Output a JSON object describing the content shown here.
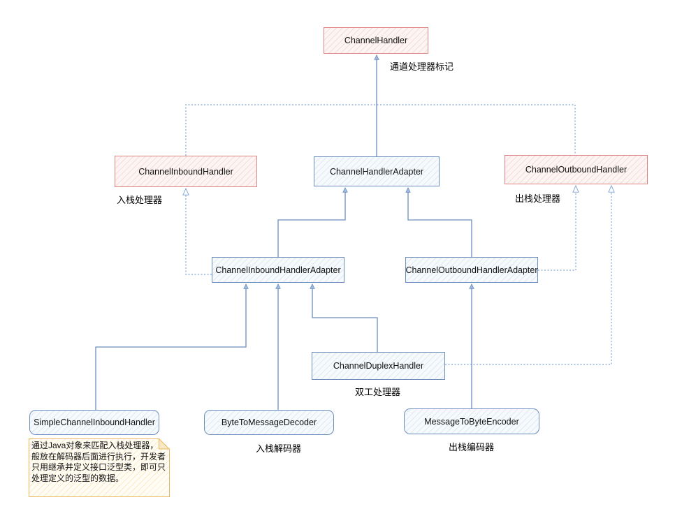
{
  "diagram": {
    "title": "Netty ChannelHandler class hierarchy",
    "nodes": {
      "channel_handler": {
        "label": "ChannelHandler",
        "kind": "interface"
      },
      "channel_inbound_handler": {
        "label": "ChannelInboundHandler",
        "kind": "interface"
      },
      "channel_handler_adapter": {
        "label": "ChannelHandlerAdapter",
        "kind": "class"
      },
      "channel_outbound_handler": {
        "label": "ChannelOutboundHandler",
        "kind": "interface"
      },
      "channel_inbound_handler_adapter": {
        "label": "ChannelInboundHandlerAdapter",
        "kind": "class"
      },
      "channel_outbound_handler_adapter": {
        "label": "ChannelOutboundHandlerAdapter",
        "kind": "class"
      },
      "channel_duplex_handler": {
        "label": "ChannelDuplexHandler",
        "kind": "class"
      },
      "simple_channel_inbound_handler": {
        "label": "SimpleChannelInboundHandler",
        "kind": "class"
      },
      "byte_to_message_decoder": {
        "label": "ByteToMessageDecoder",
        "kind": "class"
      },
      "message_to_byte_encoder": {
        "label": "MessageToByteEncoder",
        "kind": "class"
      }
    },
    "annotations": {
      "channel_handler_note": "通道处理器标记",
      "inbound_note": "入栈处理器",
      "outbound_note": "出栈处理器",
      "duplex_note": "双工处理器",
      "decoder_note": "入栈解码器",
      "encoder_note": "出栈编码器",
      "sticky_note": "通过Java对象来匹配入栈处理器，一般放在解码器后面进行执行，开发者只用继承并定义接口泛型类，即可只处理定义的泛型的数据。"
    },
    "colors": {
      "interface_border": "#e08585",
      "interface_fill": "#fdf5f4",
      "class_border": "#6c8ebf",
      "class_fill": "#f7fafd",
      "connector": "#6c8ebf",
      "dotted_connector": "#7ea4d4",
      "note_border": "#ecb75f",
      "note_fill": "#fffdf5"
    }
  }
}
